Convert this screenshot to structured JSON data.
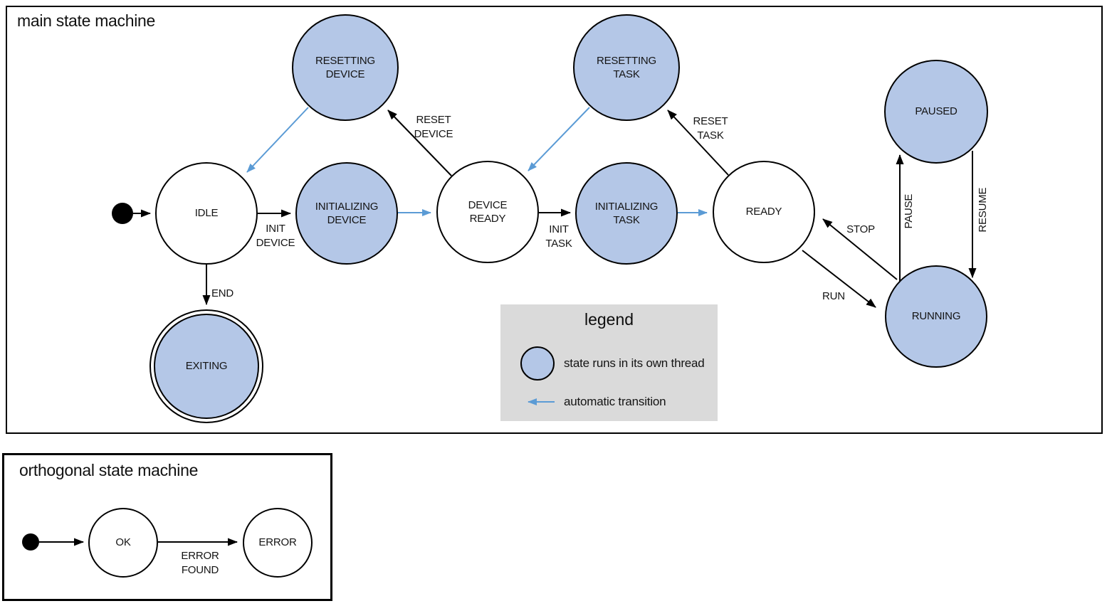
{
  "colors": {
    "thread_state_fill": "#b4c7e7",
    "automatic_transition": "#5b9bd5",
    "legend_background": "#dadada",
    "stroke": "#000000"
  },
  "main": {
    "title": "main state machine",
    "states": [
      {
        "label": "IDLE",
        "threaded": false
      },
      {
        "label": "RESETTING\nDEVICE",
        "threaded": true
      },
      {
        "label": "INITIALIZING\nDEVICE",
        "threaded": true
      },
      {
        "label": "DEVICE\nREADY",
        "threaded": false
      },
      {
        "label": "RESETTING\nTASK",
        "threaded": true
      },
      {
        "label": "INITIALIZING\nTASK",
        "threaded": true
      },
      {
        "label": "READY",
        "threaded": false
      },
      {
        "label": "PAUSED",
        "threaded": true
      },
      {
        "label": "RUNNING",
        "threaded": true
      },
      {
        "label": "EXITING",
        "threaded": true,
        "final": true
      }
    ],
    "transitions": [
      {
        "label": "INIT\nDEVICE",
        "from": "IDLE",
        "to": "INITIALIZING DEVICE",
        "kind": "manual"
      },
      {
        "label": "RESET\nDEVICE",
        "from": "DEVICE READY",
        "to": "RESETTING DEVICE",
        "kind": "manual"
      },
      {
        "label": "INIT\nTASK",
        "from": "DEVICE READY",
        "to": "INITIALIZING TASK",
        "kind": "manual"
      },
      {
        "label": "RESET\nTASK",
        "from": "READY",
        "to": "RESETTING TASK",
        "kind": "manual"
      },
      {
        "label": "END",
        "from": "IDLE",
        "to": "EXITING",
        "kind": "manual"
      },
      {
        "label": "STOP",
        "from": "RUNNING",
        "to": "READY",
        "kind": "manual"
      },
      {
        "label": "RUN",
        "from": "READY",
        "to": "RUNNING",
        "kind": "manual"
      },
      {
        "label": "PAUSE",
        "from": "RUNNING",
        "to": "PAUSED",
        "kind": "manual"
      },
      {
        "label": "RESUME",
        "from": "PAUSED",
        "to": "RUNNING",
        "kind": "manual"
      },
      {
        "label": "",
        "from": "INITIALIZING DEVICE",
        "to": "DEVICE READY",
        "kind": "automatic"
      },
      {
        "label": "",
        "from": "INITIALIZING TASK",
        "to": "READY",
        "kind": "automatic"
      },
      {
        "label": "",
        "from": "RESETTING DEVICE",
        "to": "IDLE",
        "kind": "automatic"
      },
      {
        "label": "",
        "from": "RESETTING TASK",
        "to": "DEVICE READY",
        "kind": "automatic"
      }
    ]
  },
  "legend": {
    "title": "legend",
    "thread_label": "state runs in its own thread",
    "auto_label": "automatic transition"
  },
  "orthogonal": {
    "title": "orthogonal state machine",
    "states": [
      {
        "label": "OK",
        "threaded": false
      },
      {
        "label": "ERROR",
        "threaded": false
      }
    ],
    "transitions": [
      {
        "label": "ERROR\nFOUND",
        "from": "OK",
        "to": "ERROR",
        "kind": "manual"
      }
    ]
  }
}
